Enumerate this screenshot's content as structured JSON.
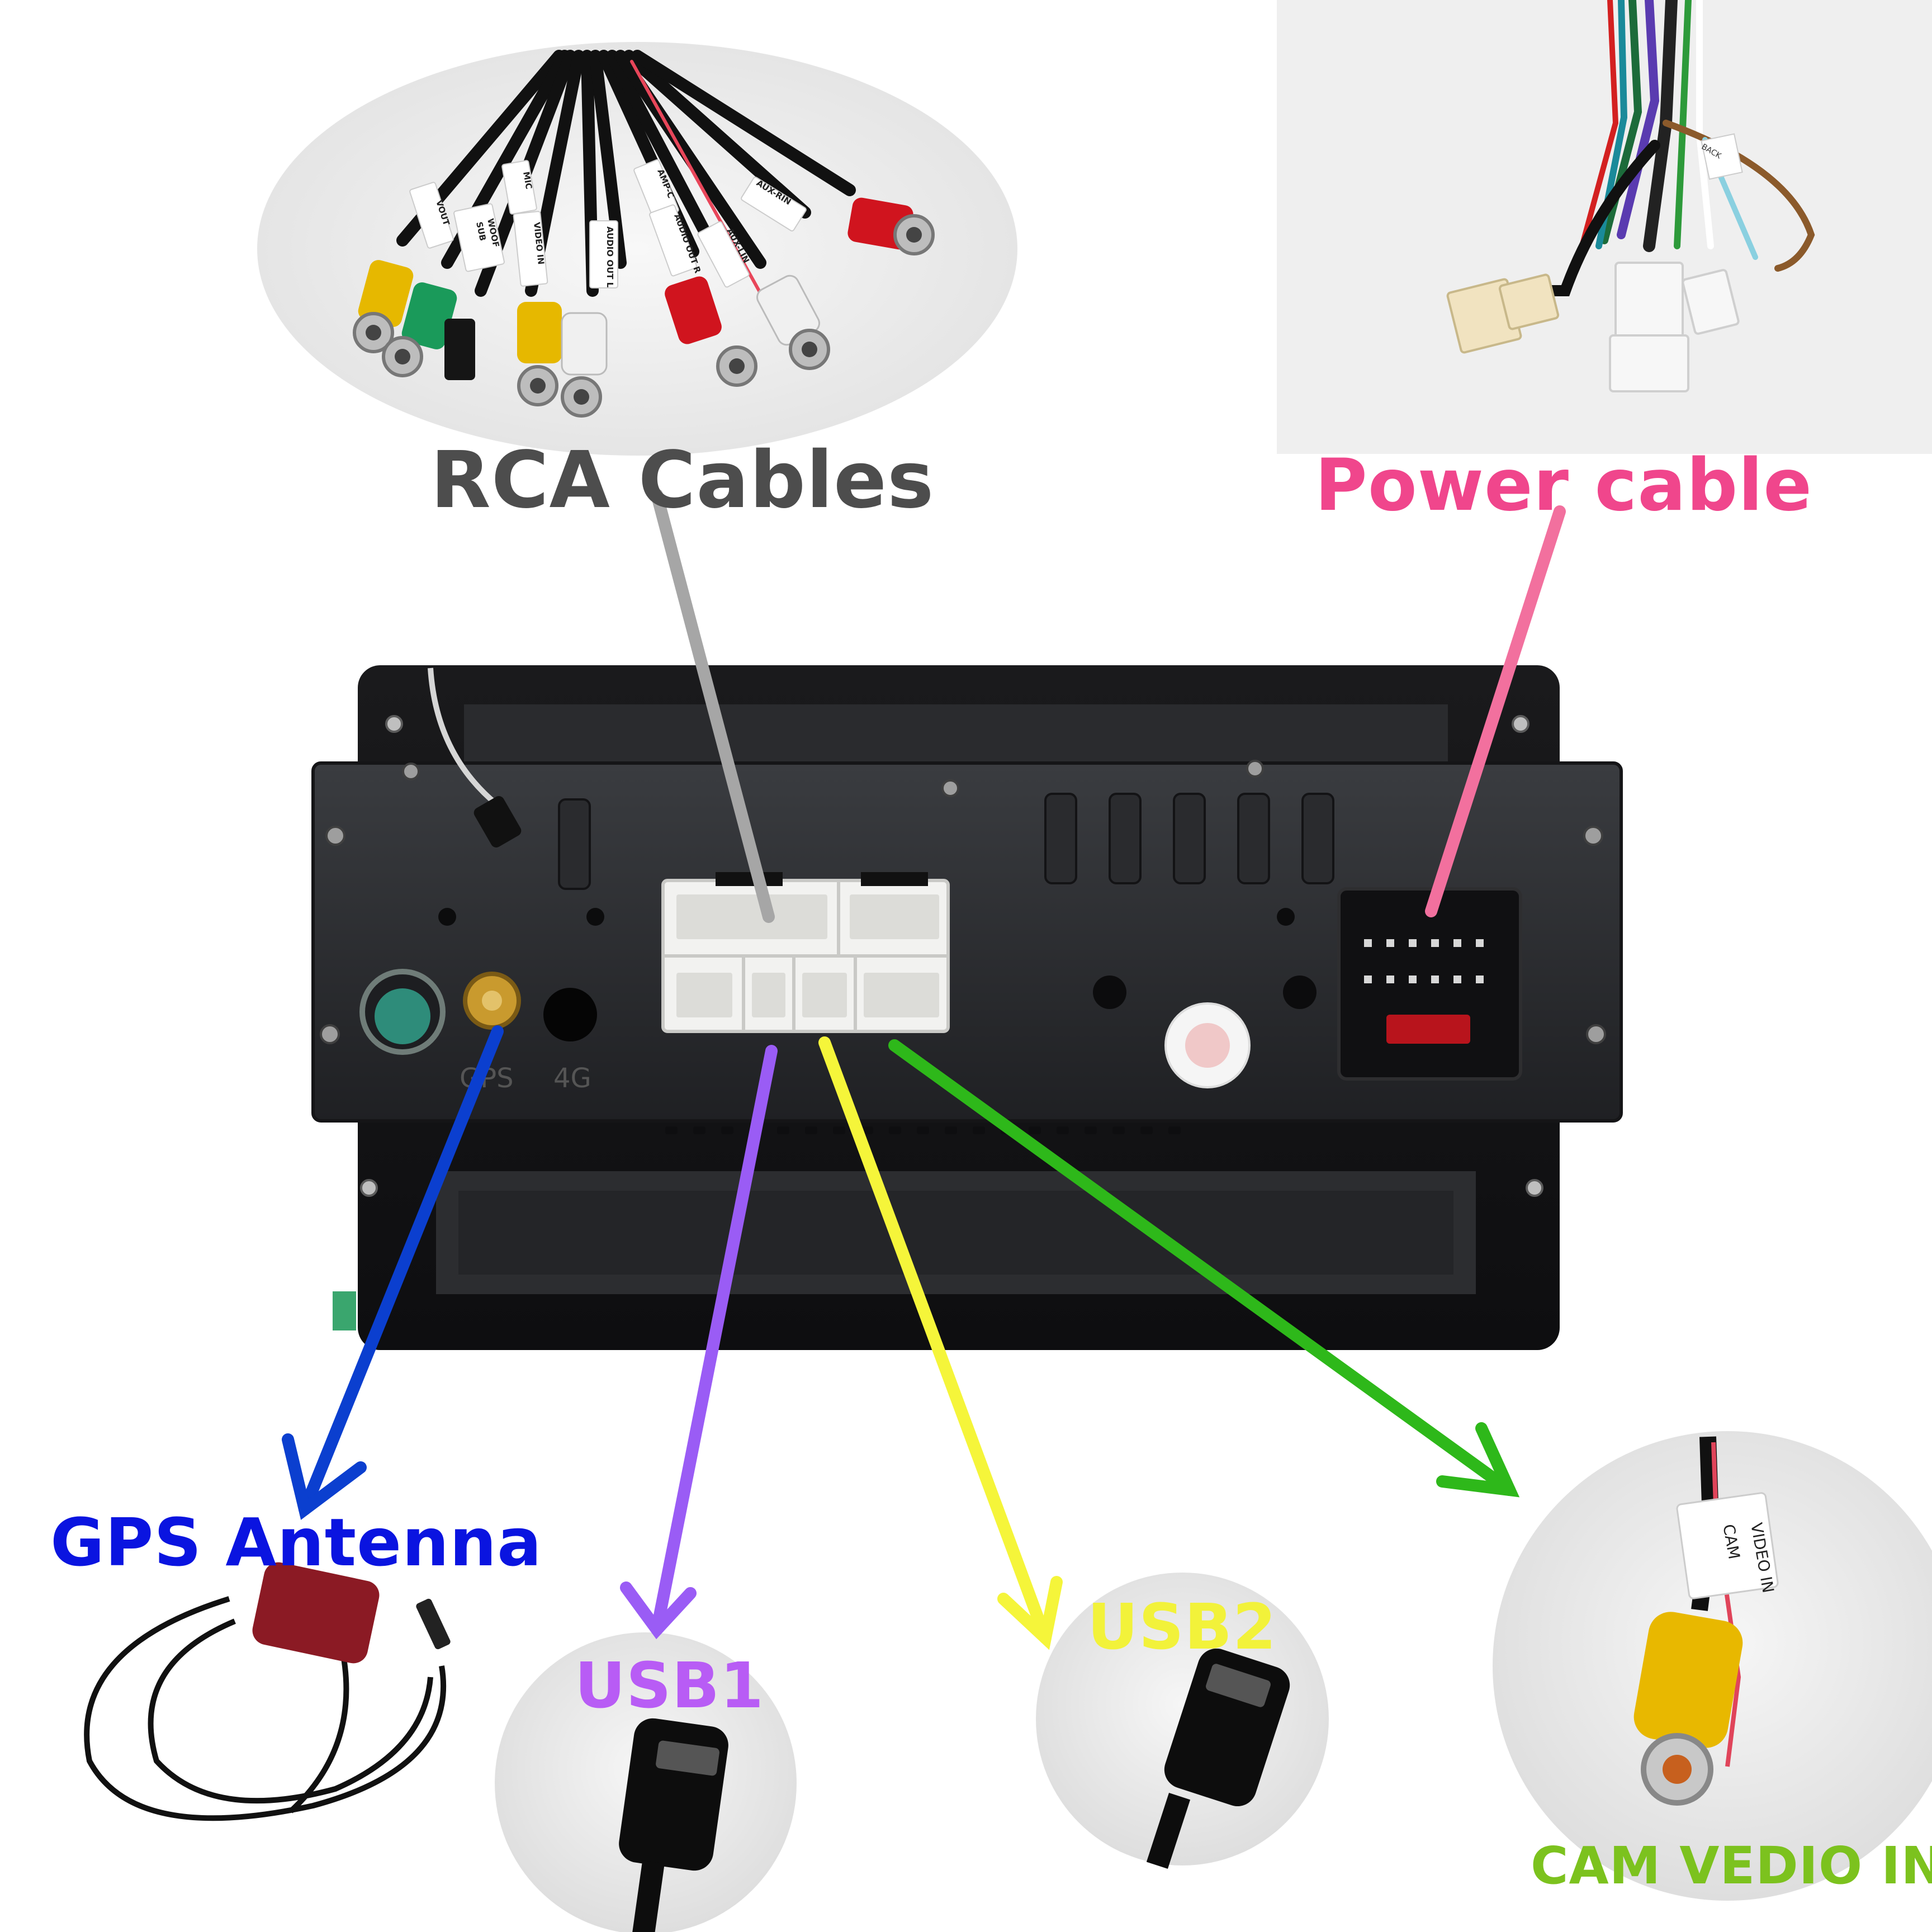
{
  "labels": {
    "rca": "RCA Cables",
    "power": "Power cable",
    "gps": "GPS Antenna",
    "usb1": "USB1",
    "usb2": "USB2",
    "cam": "CAM VEDIO IN"
  },
  "tags": {
    "vout": "VOUT",
    "sub_woof_1": "SUB",
    "sub_woof_2": "WOOF",
    "mic": "MIC",
    "video_in": "VIDEO IN",
    "audio_out_l": "AUDIO OUT L",
    "amp_c": "AMP-C",
    "audio_out_r": "AUDIO OUT R",
    "aux_lin": "AUX-LIN",
    "aux_rin": "AUX-RIN",
    "back": "BACK",
    "cam_1": "CAM",
    "cam_2": "VIDEO IN"
  },
  "port_labels": {
    "gps": "GPS",
    "fourg": "4G"
  },
  "colors": {
    "rca_text": "#4d4d4d",
    "power_text": "#f0468c",
    "gps_text": "#0a14e0",
    "usb1_text": "#b85cf5",
    "usb2_text": "#f2f23a",
    "cam_text": "#7cc21e",
    "line_rca": "#a6a6a6",
    "line_power": "#f2709e",
    "line_gps": "#0b3fcf",
    "line_usb1": "#9a5cf5",
    "line_usb2": "#f5f53a",
    "line_cam": "#2eb81a"
  }
}
